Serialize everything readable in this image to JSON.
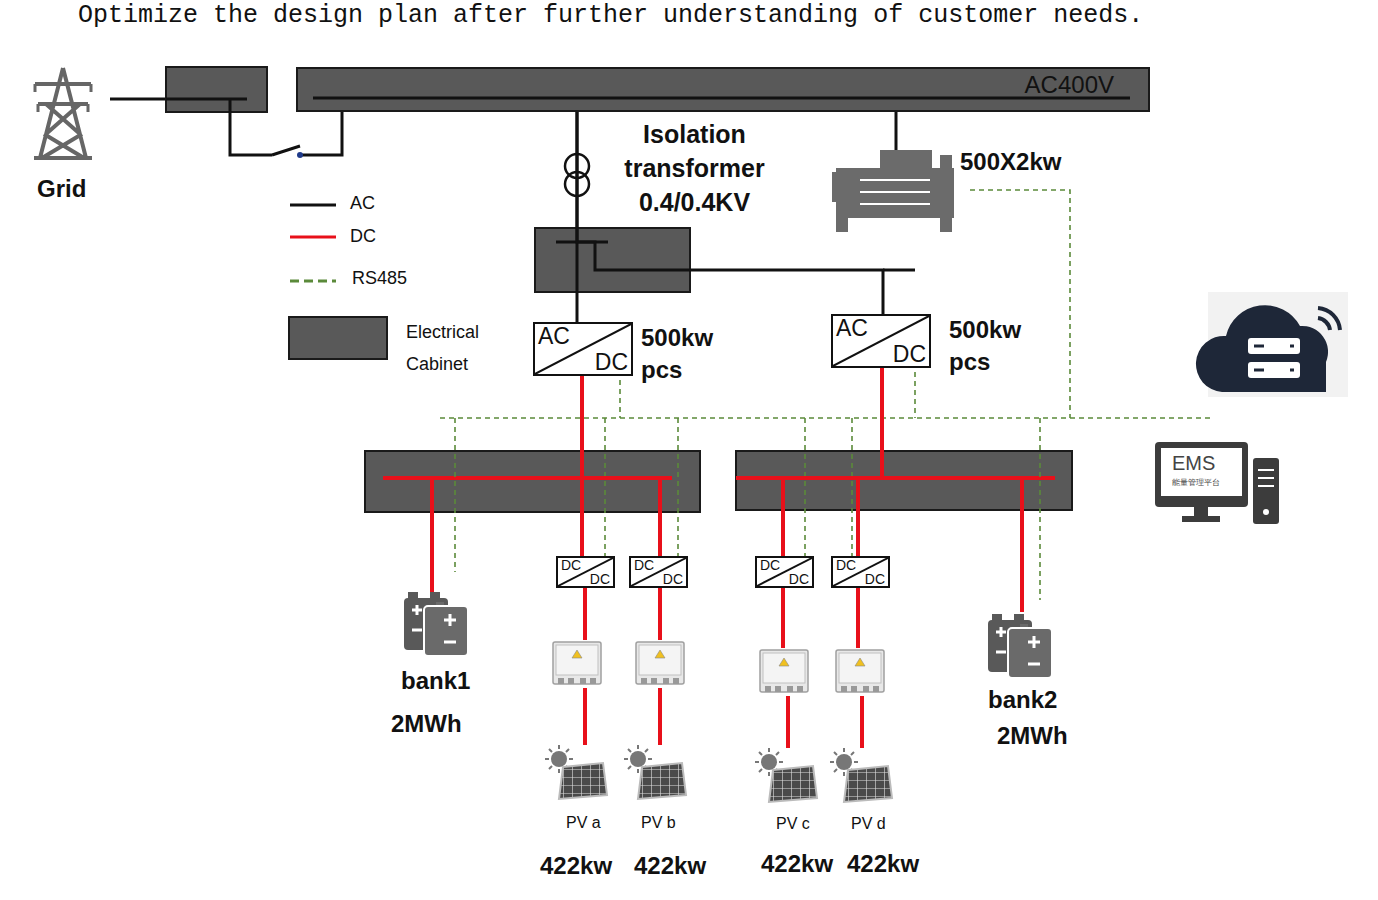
{
  "diagram": {
    "title": "Optimize the design plan after further understanding of customer needs.",
    "nodes": [
      {
        "text": [
          "AC400V"
        ]
      },
      {
        "text": [
          "AC",
          "DC",
          "500kw pcs"
        ]
      },
      {
        "text": [
          "AC",
          "DC",
          "500kw pcs"
        ]
      },
      {
        "text": [
          "DC",
          "DC"
        ]
      },
      {
        "text": [
          "DC",
          "DC"
        ]
      },
      {
        "text": [
          "DC",
          "DC"
        ]
      },
      {
        "text": [
          "DC",
          "DC"
        ]
      }
    ],
    "edges": [
      {
        "from": 0,
        "to": 1,
        "arrow": "none"
      },
      {
        "from": 0,
        "to": 2,
        "arrow": "none"
      },
      {
        "from": 1,
        "to": 3,
        "arrow": "none"
      },
      {
        "from": 1,
        "to": 4,
        "arrow": "none"
      },
      {
        "from": 2,
        "to": 5,
        "arrow": "none"
      },
      {
        "from": 2,
        "to": 6,
        "arrow": "none"
      }
    ],
    "labels": [
      "Grid",
      "Isolation transformer 0.4/0.4KV",
      "500X2kw",
      "bank1",
      "2MWh",
      "bank2",
      "2MWh",
      "PV a",
      "PV b",
      "PV c",
      "PV d",
      "422kw",
      "422kw",
      "422kw",
      "422kw",
      "EMS",
      "能量管理平台"
    ],
    "legend": [
      {
        "text": "AC"
      },
      {
        "text": "DC"
      },
      {
        "text": "RS485"
      },
      {
        "text": "Electrical Cabinet",
        "color": "#595959"
      }
    ]
  }
}
